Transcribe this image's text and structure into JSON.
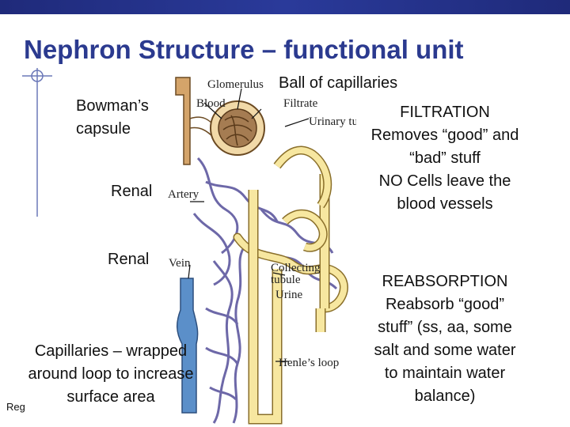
{
  "slide": {
    "title": "Nephron Structure – functional unit",
    "footer": "Reg"
  },
  "labels": {
    "bowmans_capsule_line1": "Bowman’s",
    "bowmans_capsule_line2": "capsule",
    "renal_artery": "Renal",
    "renal_vein": "Renal",
    "ball_of_capillaries": "Ball of capillaries",
    "capillaries_line1": "Capillaries – wrapped",
    "capillaries_line2": "around loop to increase",
    "capillaries_line3": "surface area"
  },
  "filtration": {
    "heading": "FILTRATION",
    "lines": [
      "Removes “good” and",
      "“bad” stuff",
      "NO Cells leave the",
      "blood vessels"
    ]
  },
  "reabsorption": {
    "heading": "REABSORPTION",
    "lines": [
      "Reabsorb “good”",
      "stuff” (ss, aa, some",
      "salt and some water",
      "to maintain water",
      "balance)"
    ]
  },
  "diagram_labels": {
    "glomerulus": "Glomerulus",
    "blood": "Blood",
    "filtrate": "Filtrate",
    "urinary_tubule": "Urinary tubule",
    "artery": "Artery",
    "vein": "Vein",
    "collecting_tubule_1": "Collecting",
    "collecting_tubule_2": "tubule",
    "urine": "Urine",
    "henles_loop": "Henle’s loop"
  },
  "colors": {
    "title": "#2b3a8f",
    "top_bar": "#1f2a7a",
    "artery_tan": "#d4a46a",
    "tubule_yellow": "#f7e7a0",
    "vein_blue": "#5b8fc9",
    "capillary_purple": "#8a86c2"
  },
  "icons": [
    "crosshair-icon"
  ]
}
